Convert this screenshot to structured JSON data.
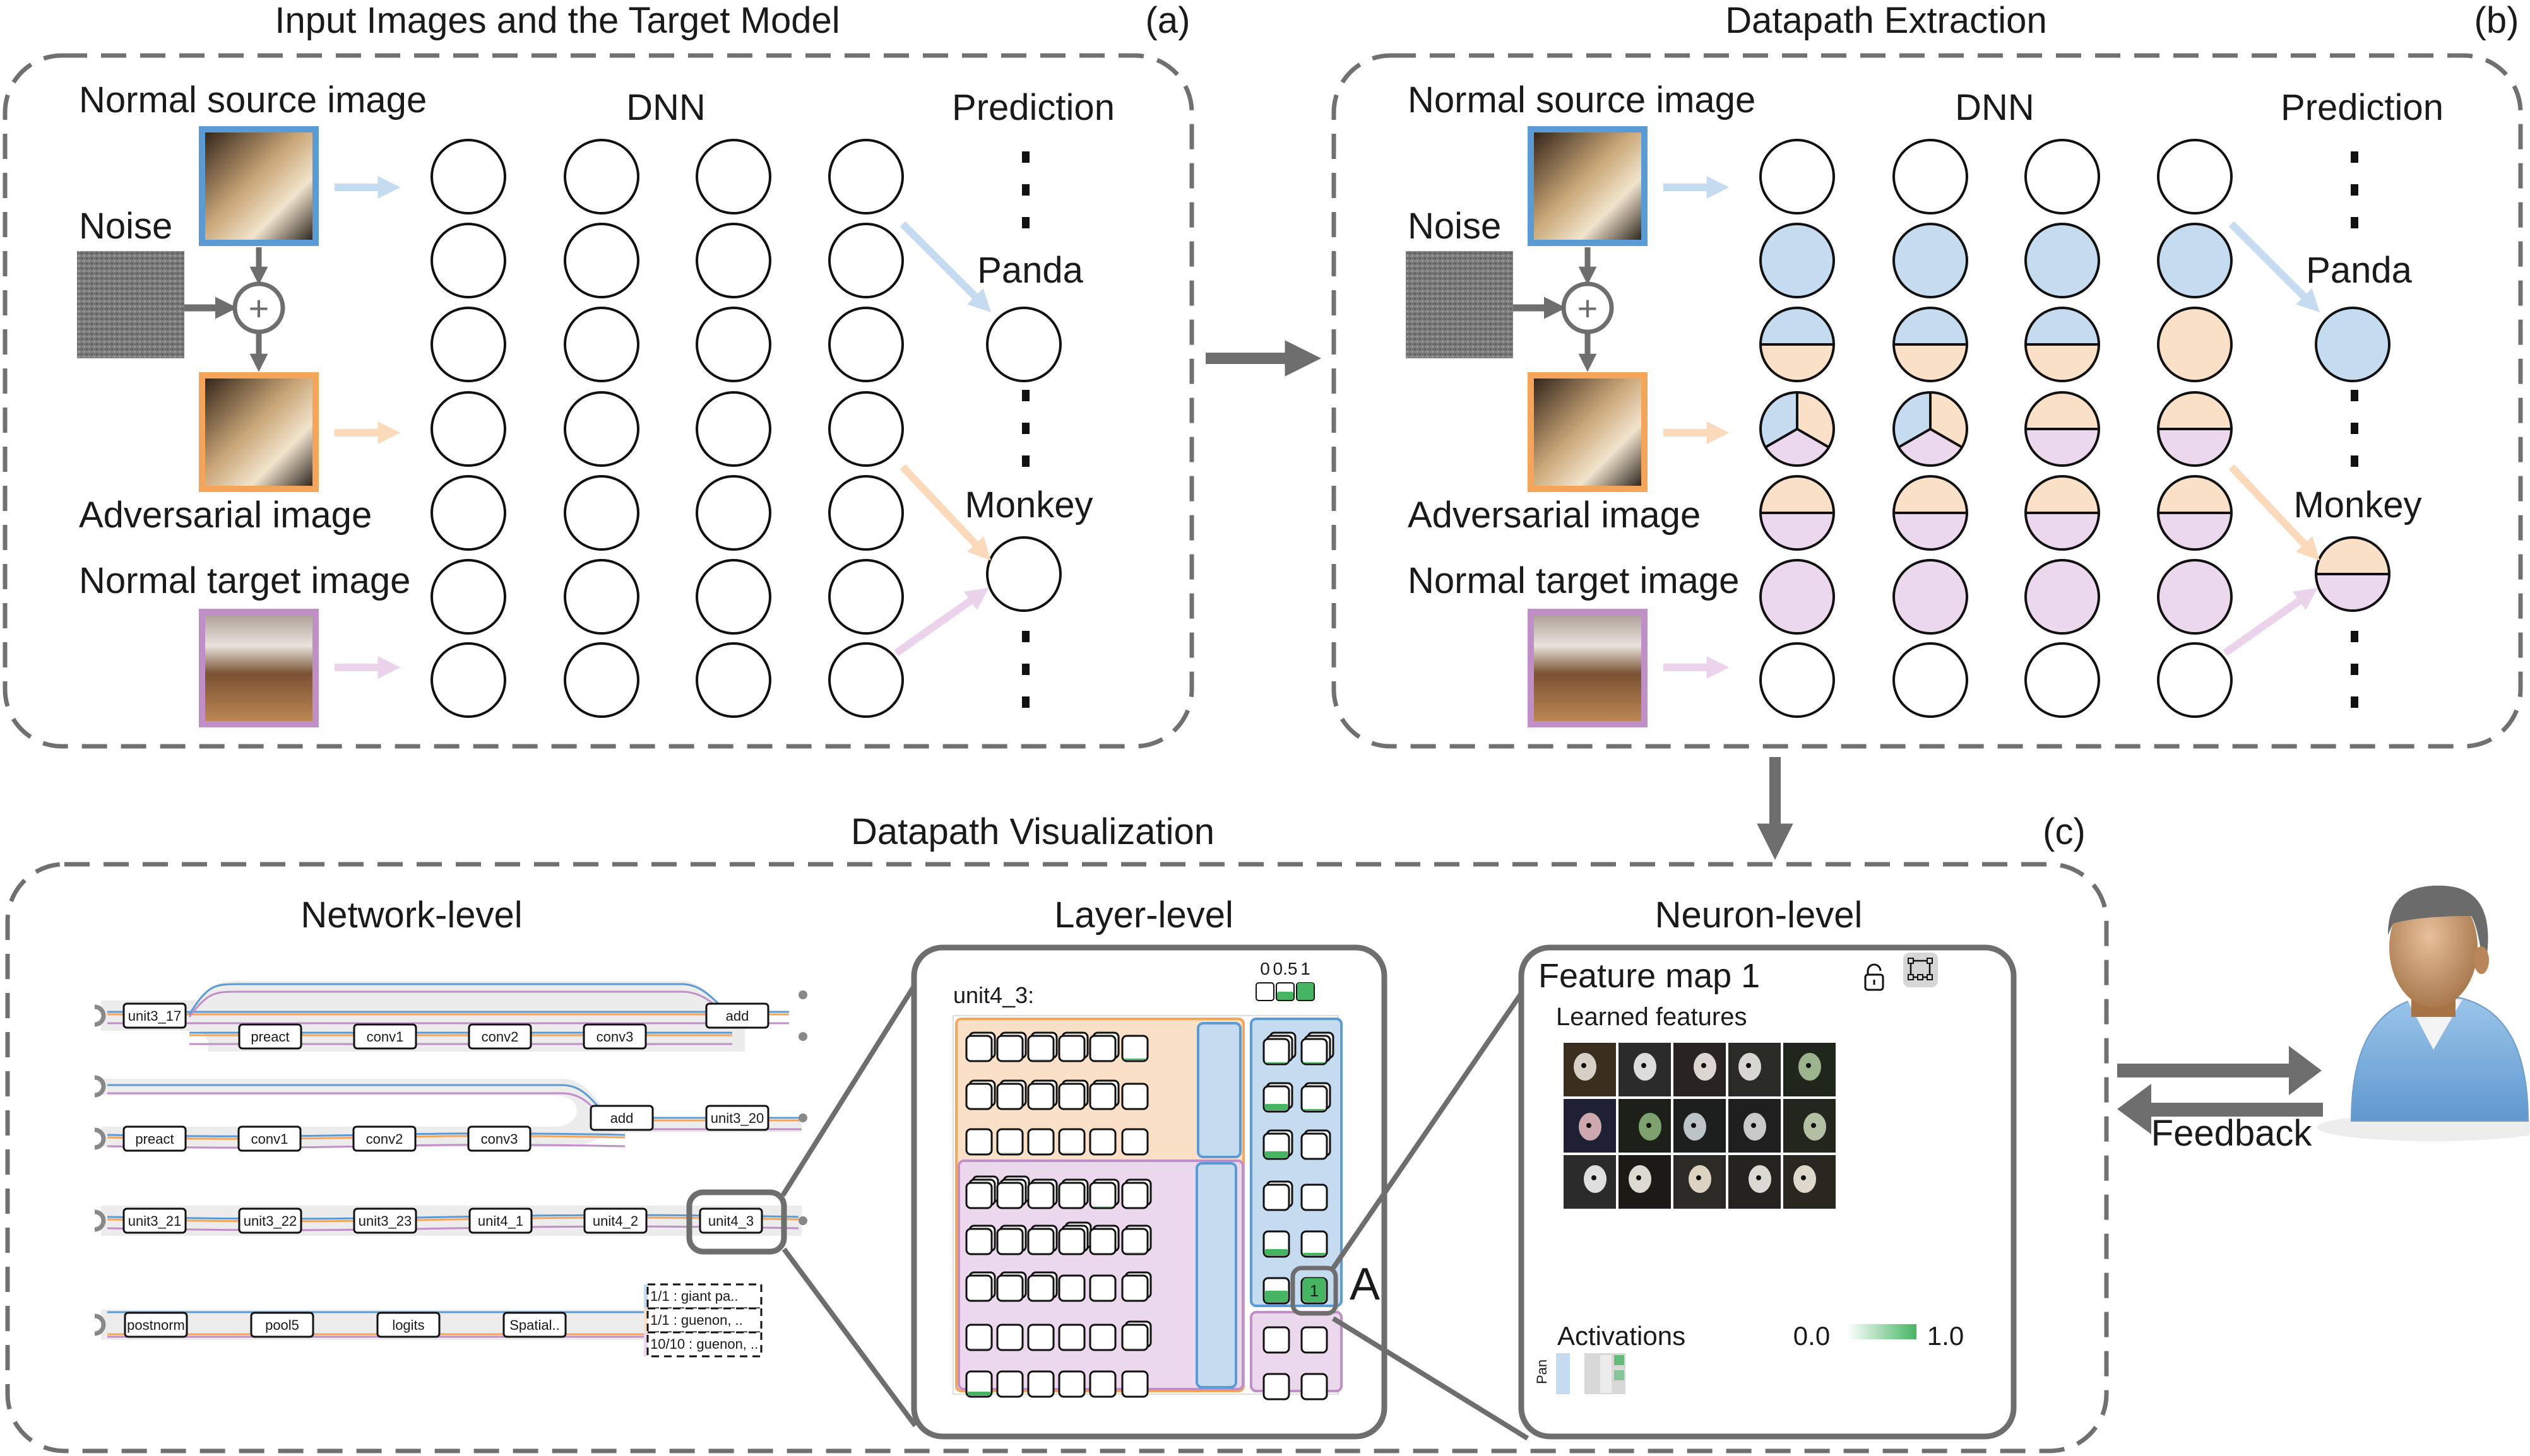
{
  "colors": {
    "source_blue": "#5b9bd5",
    "source_blue_light": "#c5dcf0",
    "adversarial_orange": "#f4a55a",
    "adversarial_orange_light": "#fbe0c8",
    "target_purple": "#c08fc7",
    "target_purple_light": "#ecd8ec",
    "arrow_gray": "#6e6e6e",
    "activation_green": "#46b562",
    "dash_gray": "#707070"
  },
  "panel_a": {
    "title": "Input Images and the Target Model",
    "tag": "(a)",
    "normal_source_label": "Normal source image",
    "noise_label": "Noise",
    "adversarial_label": "Adversarial image",
    "normal_target_label": "Normal target image",
    "dnn_label": "DNN",
    "prediction_label": "Prediction",
    "panda_label": "Panda",
    "monkey_label": "Monkey",
    "plus_symbol": "+",
    "neuron_fills": [
      [
        "none",
        "none",
        "none",
        "none"
      ],
      [
        "none",
        "none",
        "none",
        "none"
      ],
      [
        "none",
        "none",
        "none",
        "none"
      ],
      [
        "none",
        "none",
        "none",
        "none"
      ],
      [
        "none",
        "none",
        "none",
        "none"
      ],
      [
        "none",
        "none",
        "none",
        "none"
      ],
      [
        "none",
        "none",
        "none",
        "none"
      ]
    ],
    "output_fills": {
      "panda": "none",
      "monkey": "none"
    }
  },
  "panel_b": {
    "title": "Datapath Extraction",
    "tag": "(b)",
    "normal_source_label": "Normal source image",
    "noise_label": "Noise",
    "adversarial_label": "Adversarial image",
    "normal_target_label": "Normal target image",
    "dnn_label": "DNN",
    "prediction_label": "Prediction",
    "panda_label": "Panda",
    "monkey_label": "Monkey",
    "plus_symbol": "+",
    "neuron_fills": [
      [
        "none",
        "none",
        "none",
        "none"
      ],
      [
        "blue",
        "blue",
        "blue",
        "blue"
      ],
      [
        "blue-orange",
        "blue-orange",
        "blue-orange",
        "orange"
      ],
      [
        "three-way",
        "three-way",
        "orange-purple",
        "orange-purple"
      ],
      [
        "orange-purple",
        "orange-purple",
        "orange-purple",
        "orange-purple"
      ],
      [
        "purple",
        "purple",
        "purple",
        "purple"
      ],
      [
        "none",
        "none",
        "none",
        "none"
      ]
    ],
    "output_fills": {
      "panda": "blue",
      "monkey": "orange-purple"
    }
  },
  "panel_c": {
    "title": "Datapath Visualization",
    "tag": "(c)",
    "network_level": {
      "title": "Network-level",
      "rows": [
        {
          "top_nodes": [],
          "main_nodes": [
            "unit3_17"
          ],
          "branch_nodes": [
            "preact",
            "conv1",
            "conv2",
            "conv3"
          ],
          "end_nodes": [
            "add"
          ]
        },
        {
          "main_nodes": [
            "preact",
            "conv1",
            "conv2",
            "conv3"
          ],
          "end_nodes": [
            "add",
            "unit3_20"
          ]
        },
        {
          "main_nodes": [
            "unit3_21",
            "unit3_22",
            "unit3_23",
            "unit4_1",
            "unit4_2",
            "unit4_3"
          ]
        },
        {
          "main_nodes": [
            "postnorm",
            "pool5",
            "logits",
            "Spatial.."
          ]
        }
      ],
      "legend": [
        {
          "text": "1/1 : giant pa..",
          "color": "blue"
        },
        {
          "text": "1/1 : guenon, ..",
          "color": "orange"
        },
        {
          "text": "10/10 : guenon, ..",
          "color": "purple"
        }
      ]
    },
    "layer_level": {
      "title": "Layer-level",
      "layer_name": "unit4_3:",
      "scale_labels": [
        "0",
        "0.5",
        "1"
      ],
      "scale_values": [
        0,
        0.5,
        1
      ],
      "selected_cell_label": "1",
      "callout_label": "A"
    },
    "neuron_level": {
      "title": "Neuron-level",
      "feature_map_title": "Feature map 1",
      "learned_features_label": "Learned features",
      "activations_label": "Activations",
      "activation_min": "0.0",
      "activation_max": "1.0",
      "class_tag": "Pan",
      "lock_icon": "unlock-icon",
      "select_icon": "bounding-box-icon"
    }
  },
  "feedback": {
    "label": "Feedback",
    "user_icon": "user-avatar-icon"
  }
}
